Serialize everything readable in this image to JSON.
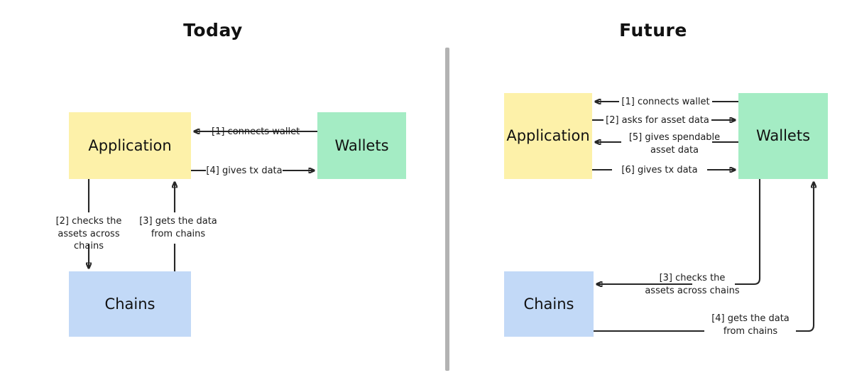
{
  "panels": [
    {
      "id": "today",
      "title": "Today",
      "nodes": [
        {
          "id": "app",
          "label": "Application"
        },
        {
          "id": "wallets",
          "label": "Wallets"
        },
        {
          "id": "chains",
          "label": "Chains"
        }
      ],
      "edges": [
        {
          "id": "t1",
          "label": "[1] connects wallet",
          "from": "Wallets",
          "to": "Application",
          "step": 1
        },
        {
          "id": "t4",
          "label": "[4] gives tx data",
          "from": "Application",
          "to": "Wallets",
          "step": 4
        },
        {
          "id": "t2",
          "label_line1": "[2] checks the",
          "label_line2": "assets across chains",
          "from": "Application",
          "to": "Chains",
          "step": 2
        },
        {
          "id": "t3",
          "label_line1": "[3] gets the data",
          "label_line2": "from chains",
          "from": "Chains",
          "to": "Application",
          "step": 3
        }
      ]
    },
    {
      "id": "future",
      "title": "Future",
      "nodes": [
        {
          "id": "app",
          "label": "Application"
        },
        {
          "id": "wallets",
          "label": "Wallets"
        },
        {
          "id": "chains",
          "label": "Chains"
        }
      ],
      "edges": [
        {
          "id": "f1",
          "label": "[1] connects wallet",
          "from": "Wallets",
          "to": "Application",
          "step": 1
        },
        {
          "id": "f2",
          "label": "[2] asks for asset data",
          "from": "Application",
          "to": "Wallets",
          "step": 2
        },
        {
          "id": "f5",
          "label_line1": "[5] gives spendable",
          "label_line2": "asset data",
          "from": "Wallets",
          "to": "Application",
          "step": 5
        },
        {
          "id": "f6",
          "label": "[6] gives tx data",
          "from": "Application",
          "to": "Wallets",
          "step": 6
        },
        {
          "id": "f3",
          "label_line1": "[3] checks the",
          "label_line2": "assets across chains",
          "from": "Wallets",
          "to": "Chains",
          "step": 3
        },
        {
          "id": "f4",
          "label_line1": "[4] gets the data",
          "label_line2": "from chains",
          "from": "Chains",
          "to": "Wallets",
          "step": 4
        }
      ]
    }
  ],
  "colors": {
    "application": "#fdf1a9",
    "wallets": "#a4ecc4",
    "chains": "#c2d9f7",
    "divider": "#b3b3b3",
    "stroke": "#262626",
    "text": "#111111",
    "background": "#ffffff"
  },
  "divider": {
    "name": "panel-divider"
  }
}
